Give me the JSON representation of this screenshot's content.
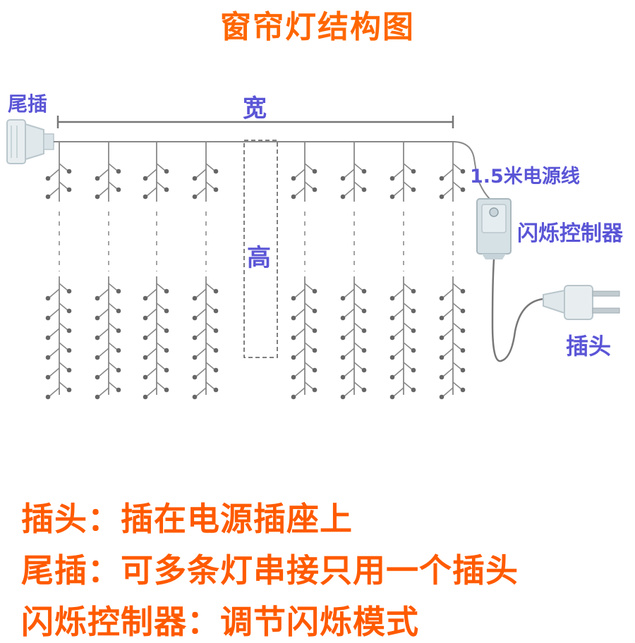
{
  "title": "窗帘灯结构图",
  "labels": {
    "tail_plug": "尾插",
    "width": "宽",
    "height": "高",
    "power_cord": "1.5米电源线",
    "controller": "闪烁控制器",
    "plug": "插头"
  },
  "notes": [
    "插头：插在电源插座上",
    "尾插：可多条灯串接只用一个插头",
    "闪烁控制器：调节闪烁模式"
  ],
  "colors": {
    "title": "#ff6600",
    "notes": "#ff5a00",
    "labels": "#5a55d6",
    "wire": "#888888",
    "bulb": "#666666"
  }
}
